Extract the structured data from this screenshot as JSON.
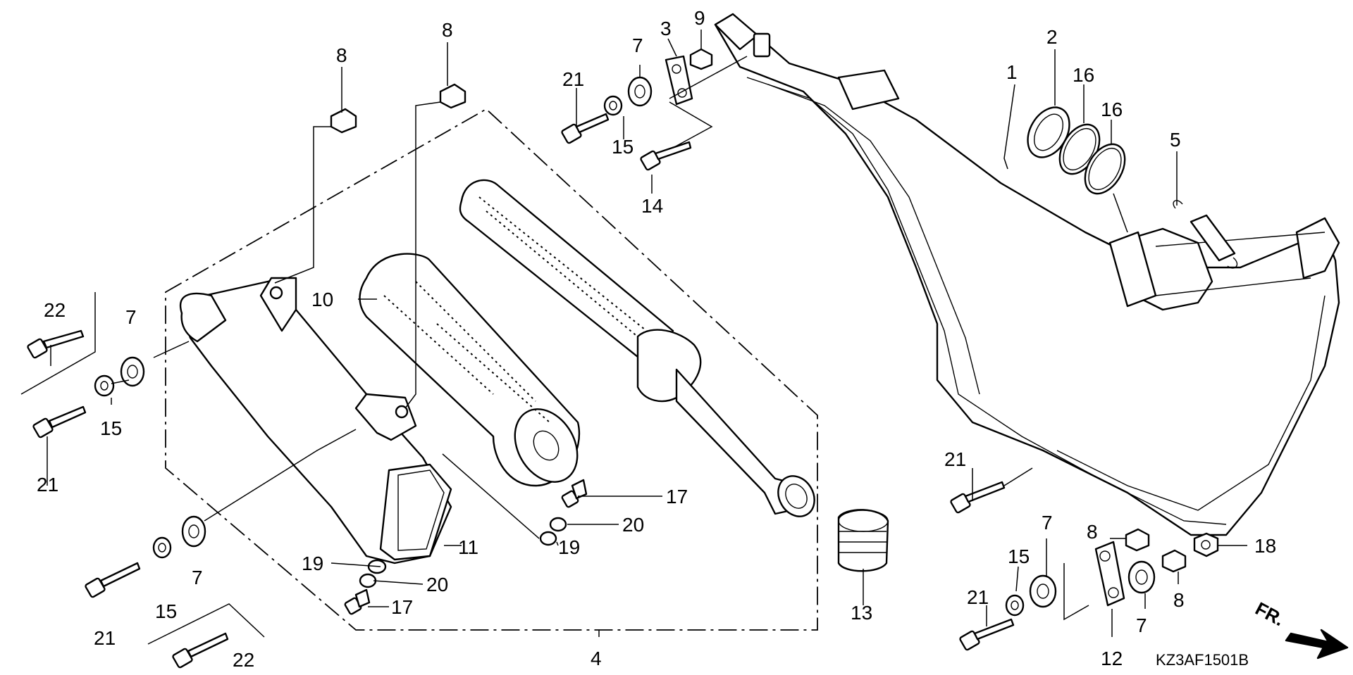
{
  "diagram": {
    "drawing_code": "KZ3AF1501B",
    "direction_label": "FR.",
    "callouts": [
      "1",
      "2",
      "3",
      "4",
      "5",
      "7",
      "8",
      "9",
      "10",
      "11",
      "12",
      "13",
      "14",
      "15",
      "16",
      "17",
      "18",
      "19",
      "20",
      "21",
      "22"
    ]
  }
}
